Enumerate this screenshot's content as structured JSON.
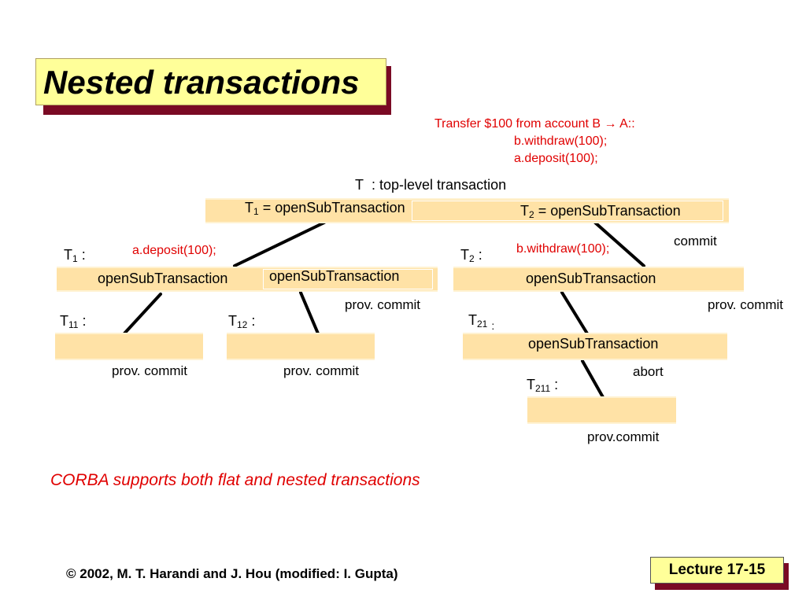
{
  "title": "Nested transactions",
  "transfer": {
    "line1": "Transfer $100 from account B",
    "arrow": "→",
    "line1_end": "A::",
    "line2": "b.withdraw(100);",
    "line3": "a.deposit(100);"
  },
  "top": {
    "name": "T",
    "label": ": top-level transaction"
  },
  "t1_open": {
    "name": "T",
    "sub": "1",
    "text": "= openSubTransaction"
  },
  "t2_open": {
    "name": "T",
    "sub": "2",
    "text": "= openSubTransaction"
  },
  "commit": "commit",
  "t1": {
    "name": "T",
    "sub": "1",
    "colon": ":",
    "op": "a.deposit(100);",
    "open_a": "openSubTransaction",
    "open_b": "openSubTransaction",
    "prov": "prov. commit"
  },
  "t2": {
    "name": "T",
    "sub": "2",
    "colon": ":",
    "op": "b.withdraw(100);",
    "open": "openSubTransaction",
    "prov": "prov. commit"
  },
  "t11": {
    "name": "T",
    "sub": "11",
    "colon": ":",
    "prov": "prov. commit"
  },
  "t12": {
    "name": "T",
    "sub": "12",
    "colon": ":",
    "prov": "prov. commit"
  },
  "t21": {
    "name": "T",
    "sub": "21",
    "colon": ":",
    "open": "openSubTransaction",
    "status": "abort"
  },
  "t211": {
    "name": "T",
    "sub": "211",
    "colon": ":",
    "prov": "prov.commit"
  },
  "caption": "CORBA supports both flat and nested transactions",
  "footer": "© 2002, M. T. Harandi and J. Hou (modified: I. Gupta)",
  "lecture": "Lecture 17-15",
  "colors": {
    "bar": "#ffe2a6",
    "title_bg": "#ffff99",
    "shadow": "#7a0a24",
    "red_text": "#e00000"
  }
}
